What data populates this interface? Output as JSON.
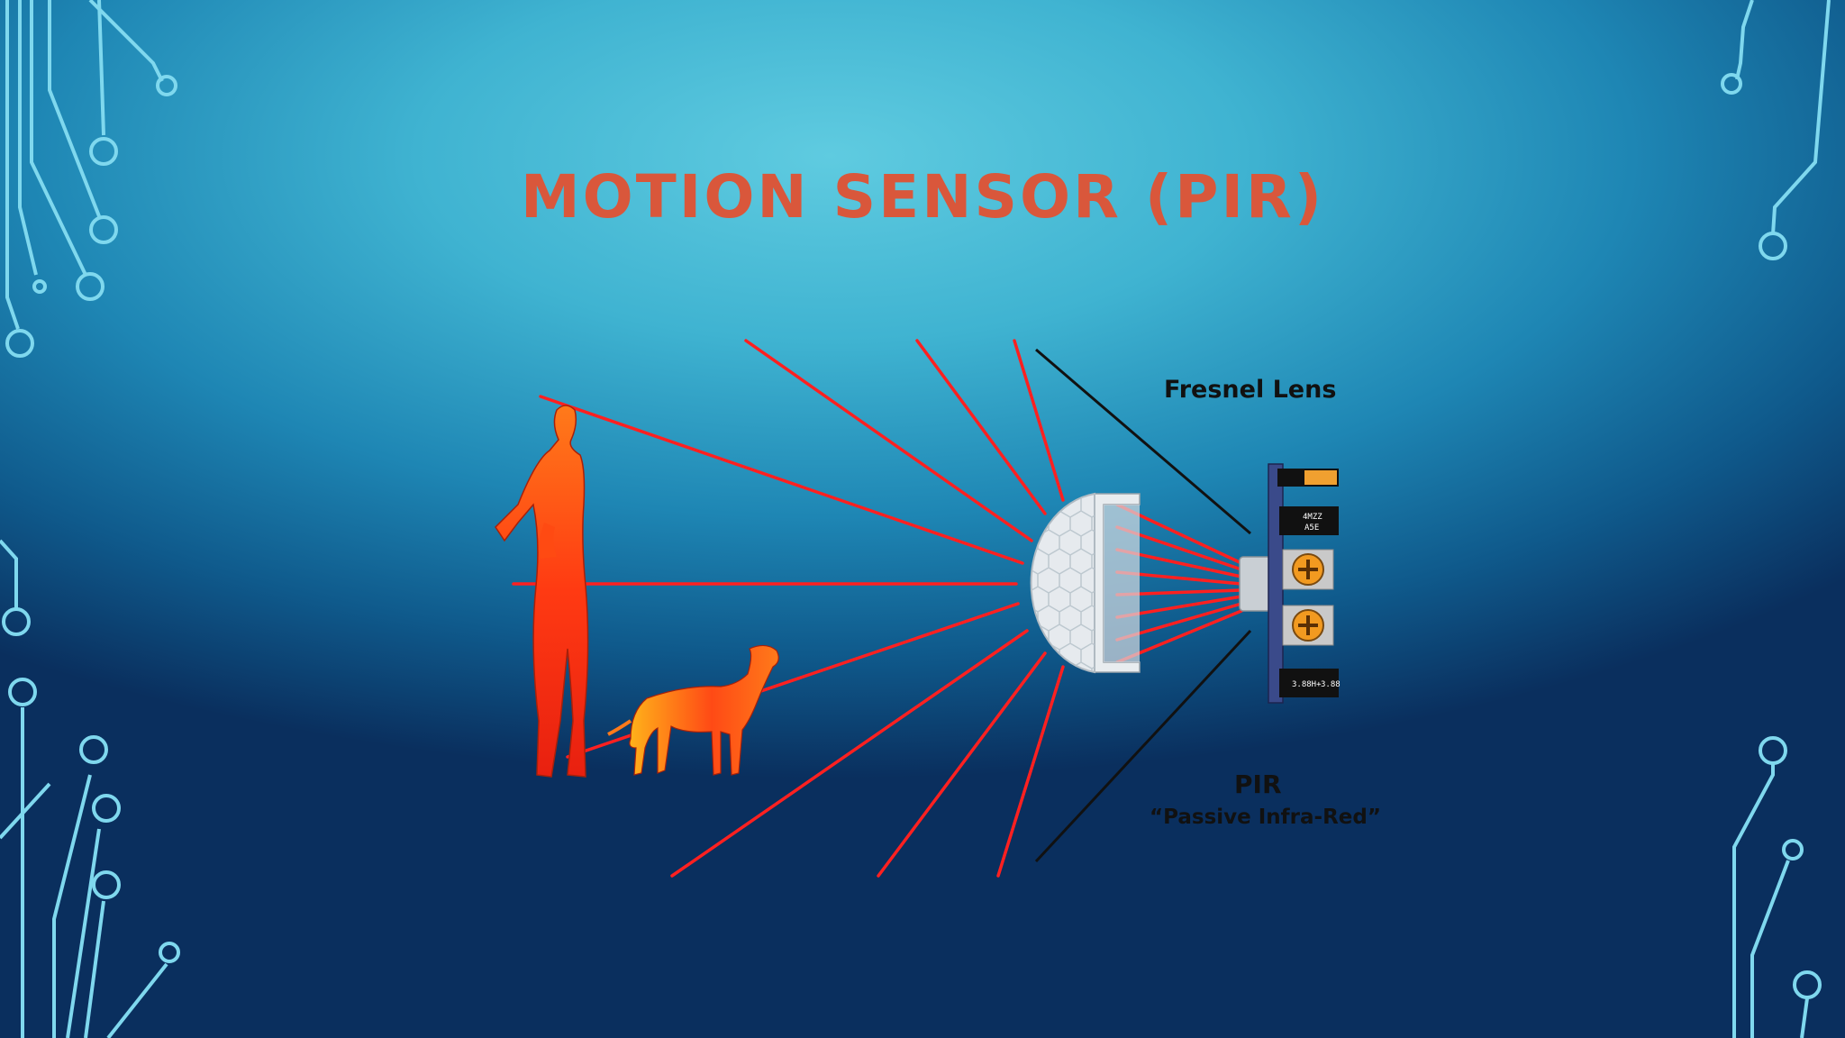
{
  "slide": {
    "title": "MOTION SENSOR (PIR)",
    "title_color": "#d9573b",
    "accent_circuit_color": "#7fd8ee"
  },
  "diagram": {
    "lens_label": "Fresnel Lens",
    "pir_label": "PIR",
    "pir_sub_label": "“Passive Infra-Red”",
    "ray_color": "#ff2020",
    "chip_labels": [
      "4MZZ",
      "A5E",
      "3.88H+",
      "3.88"
    ],
    "icons": [
      "person-silhouette",
      "dog-silhouette",
      "fresnel-dome",
      "pir-module",
      "potentiometer-icon"
    ]
  }
}
